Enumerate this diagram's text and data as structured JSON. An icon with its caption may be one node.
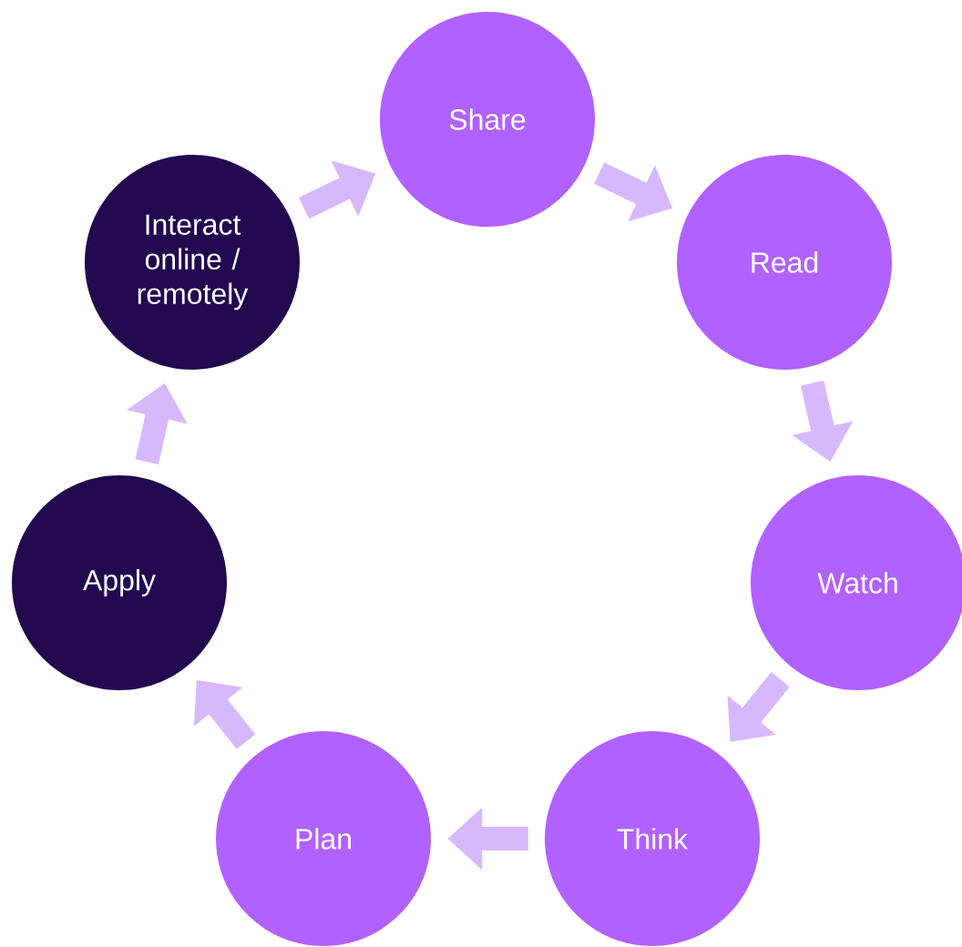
{
  "diagram": {
    "nodes": [
      {
        "text": [
          "Share"
        ]
      },
      {
        "text": [
          "Read"
        ]
      },
      {
        "text": [
          "Watch"
        ]
      },
      {
        "text": [
          "Think"
        ]
      },
      {
        "text": [
          "Plan"
        ]
      },
      {
        "text": [
          "Apply"
        ]
      },
      {
        "text": [
          "Interact online / remotely"
        ]
      }
    ],
    "edges": [
      {
        "from": 0,
        "to": 1,
        "arrow": "to"
      },
      {
        "from": 1,
        "to": 2,
        "arrow": "to"
      },
      {
        "from": 2,
        "to": 3,
        "arrow": "to"
      },
      {
        "from": 3,
        "to": 4,
        "arrow": "to"
      },
      {
        "from": 4,
        "to": 5,
        "arrow": "to"
      },
      {
        "from": 5,
        "to": 6,
        "arrow": "to"
      },
      {
        "from": 6,
        "to": 0,
        "arrow": "to"
      }
    ]
  }
}
